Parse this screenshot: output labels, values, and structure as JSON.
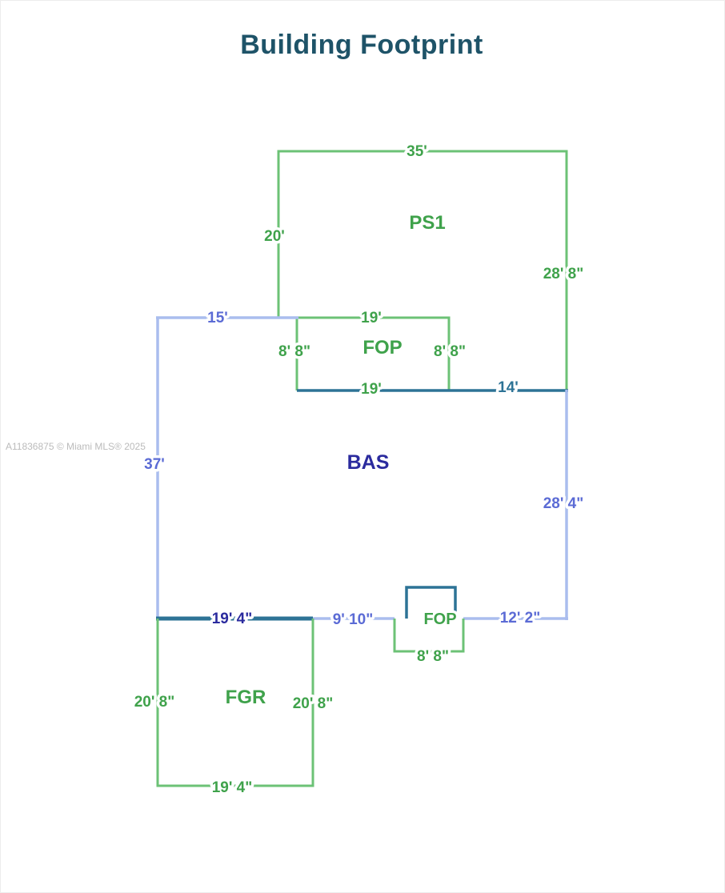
{
  "title": "Building Footprint",
  "watermark": "A11836875 © Miami MLS® 2025",
  "colors": {
    "title_color": "#1e5368",
    "green_line": "#6cc276",
    "blue_line": "#aabdee",
    "teal_line": "#2d7396",
    "green_label": "#3fa24b",
    "blue_label": "#5b6bd5",
    "navy_label": "#2b2b9e",
    "teal_label": "#2d7396",
    "watermark_color": "#bbbbbb"
  },
  "labels": {
    "ps1": "PS1",
    "fop_mid": "FOP",
    "bas": "BAS",
    "fop_small": "FOP",
    "fgr": "FGR"
  },
  "dims": {
    "ps1_top": "35'",
    "ps1_left": "20'",
    "ps1_right": "28' 8\"",
    "bas_topleft": "15'",
    "fop_mid_top": "19'",
    "fop_mid_left": "8' 8\"",
    "fop_mid_right": "8' 8\"",
    "fop_mid_bottom": "19'",
    "seg_14": "14'",
    "bas_left": "37'",
    "bas_right": "28' 4\"",
    "bas_bottom_left": "19' 4\"",
    "bas_bottom_mid": "9' 10\"",
    "bas_bottom_right": "12' 2\"",
    "fop_small_bottom": "8' 8\"",
    "fgr_left": "20' 8\"",
    "fgr_right": "20' 8\"",
    "fgr_bottom": "19' 4\""
  }
}
